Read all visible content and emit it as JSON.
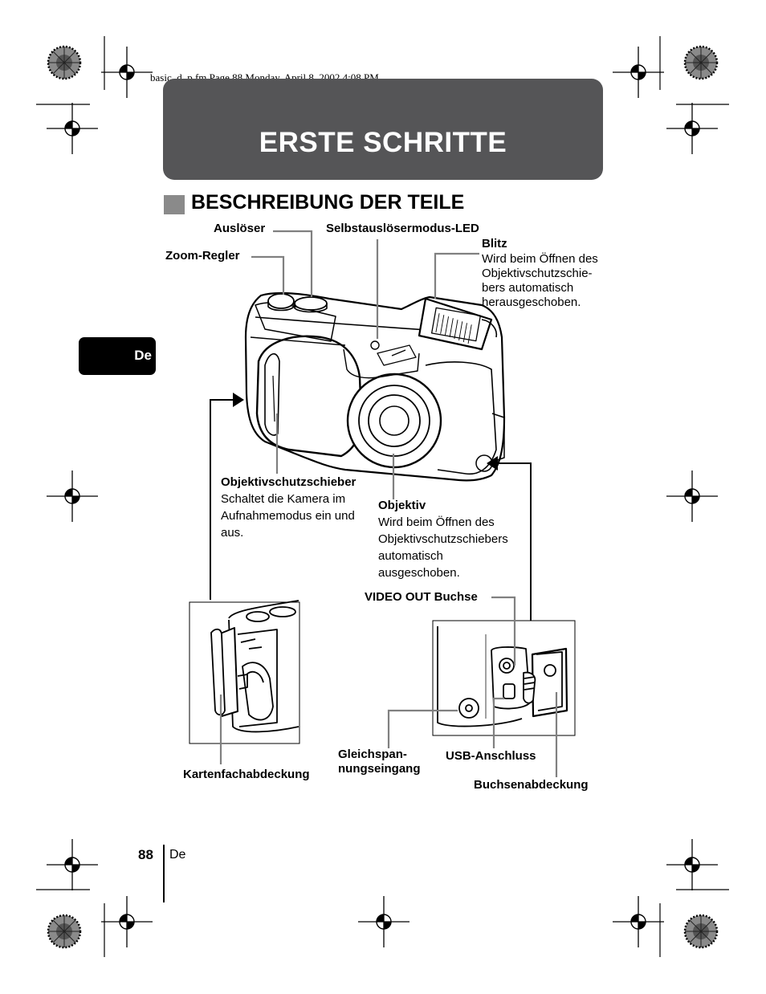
{
  "header_line": "basic_d_p.fm  Page 88  Monday, April 8, 2002  4:08 PM",
  "chapter_title": "ERSTE SCHRITTE",
  "section_title": "BESCHREIBUNG DER TEILE",
  "language_tab": "De",
  "labels": {
    "ausloeser": "Auslöser",
    "zoom": "Zoom-Regler",
    "selbstausloeser": "Selbstauslösermodus-LED",
    "blitz_title": "Blitz",
    "blitz_desc": [
      "Wird beim Öffnen des",
      "Objektivschutzschie-",
      "bers automatisch",
      "herausgeschoben."
    ],
    "schieber_title": "Objektivschutzschieber",
    "schieber_desc": [
      "Schaltet die Kamera im",
      "Aufnahmemodus ein und",
      "aus."
    ],
    "objektiv_title": "Objektiv",
    "objektiv_desc": [
      "Wird beim Öffnen des",
      "Objektivschutzschiebers",
      "automatisch",
      "ausgeschoben."
    ],
    "video_out": "VIDEO OUT Buchse",
    "kartenfach": "Kartenfachabdeckung",
    "gleichspannung": [
      "Gleichspan-",
      "nungseingang"
    ],
    "usb": "USB-Anschluss",
    "buchsenabdeckung": "Buchsenabdeckung"
  },
  "footer": {
    "page_number": "88",
    "language": "De"
  }
}
